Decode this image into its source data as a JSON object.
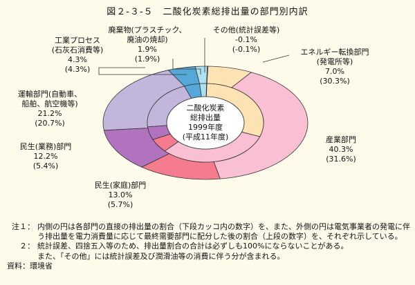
{
  "title": "図２-３-５　二酸化炭素総排出量の部門別内訳",
  "center": {
    "line1": "二酸化炭素",
    "line2": "総排出量",
    "line3": "1999年度",
    "line4": "(平成11年度)"
  },
  "chart_data": {
    "type": "pie",
    "title": "二酸化炭素総排出量の部門別内訳",
    "inner_ring_meaning": "直接の排出量の割合",
    "outer_ring_meaning": "最終需要部門に配分した後の割合",
    "series": [
      {
        "name": "outer",
        "values": [
          {
            "name": "その他(統計誤差等)",
            "value": -0.1,
            "color": "#b2def2"
          },
          {
            "name": "エネルギー転換部門(発電所等)",
            "value": 7.0,
            "color": "#fde3b4"
          },
          {
            "name": "産業部門",
            "value": 40.3,
            "color": "#f9c0d4"
          },
          {
            "name": "民生(家庭)部門",
            "value": 13.0,
            "color": "#f47c8e"
          },
          {
            "name": "民生(業務)部門",
            "value": 12.2,
            "color": "#b273be"
          },
          {
            "name": "運輸部門(自動車、船舶、航空機等)",
            "value": 21.2,
            "color": "#c3b6dc"
          },
          {
            "name": "工業プロセス(石灰石消費等)",
            "value": 4.3,
            "color": "#55a8d8"
          },
          {
            "name": "廃棄物(プラスチック、廃油の焼却)",
            "value": 1.9,
            "color": "#aee0f0"
          }
        ]
      },
      {
        "name": "inner",
        "values": [
          {
            "name": "その他(統計誤差等)",
            "value": -0.1,
            "color": "#b2def2"
          },
          {
            "name": "エネルギー転換部門(発電所等)",
            "value": 30.3,
            "color": "#fde3b4"
          },
          {
            "name": "産業部門",
            "value": 31.6,
            "color": "#f9c0d4"
          },
          {
            "name": "民生(家庭)部門",
            "value": 5.7,
            "color": "#f47c8e"
          },
          {
            "name": "民生(業務)部門",
            "value": 5.4,
            "color": "#b273be"
          },
          {
            "name": "運輸部門(自動車、船舶、航空機等)",
            "value": 20.7,
            "color": "#c3b6dc"
          },
          {
            "name": "工業プロセス(石灰石消費等)",
            "value": 4.3,
            "color": "#55a8d8"
          },
          {
            "name": "廃棄物(プラスチック、廃油の焼却)",
            "value": 1.9,
            "color": "#aee0f0"
          }
        ]
      }
    ]
  },
  "labels": {
    "haikibutsu": {
      "l1": "廃棄物(プラスチック、",
      "l2": "廃油の焼却)",
      "l3": "1.9%",
      "l4": "(1.9%)"
    },
    "sonota": {
      "l1": "その他(統計誤差等)",
      "l2": "-0.1%",
      "l3": "(-0.1%)"
    },
    "kogyo": {
      "l1": "工業プロセス",
      "l2": "(石灰石消費等)",
      "l3": "4.3%",
      "l4": "(4.3%)"
    },
    "energy": {
      "l1": "エネルギー転換部門",
      "l2": "(発電所等)",
      "l3": "7.0%",
      "l4": "(30.3%)"
    },
    "unyu": {
      "l1": "運輸部門(自動車、",
      "l2": "船舶、航空機等)",
      "l3": "21.2%",
      "l4": "(20.7%)"
    },
    "sangyo": {
      "l1": "産業部門",
      "l2": "40.3%",
      "l3": "(31.6%)"
    },
    "gyomu": {
      "l1": "民生(業務)部門",
      "l2": "12.2%",
      "l3": "(5.4%)"
    },
    "katei": {
      "l1": "民生(家庭)部門",
      "l2": "13.0%",
      "l3": "(5.7%)"
    }
  },
  "notes": {
    "n1_head": "注１：",
    "n1_text": "内側の円は各部門の直接の排出量の割合（下段カッコ内の数字）を、また、外側の円は電気事業者の発電に伴う排出量を電力消費量に応じて最終需要部門に配分した後の割合（上段の数字）を、それぞれ示している。",
    "n2_head": "２：",
    "n2_text": "統計誤差、四捨五入等のため、排出量割合の合計は必ずしも100%にならないことがある。",
    "n2_text2": "また、「その他」には統計誤差及び潤滑油等の消費に伴う分が含まれる。",
    "source": "資料：環境省"
  }
}
